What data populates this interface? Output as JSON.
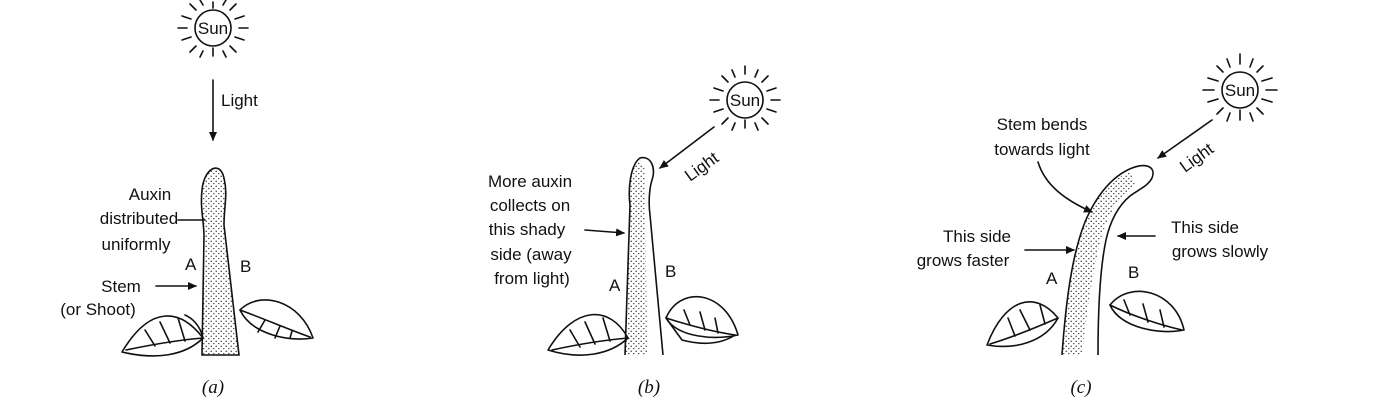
{
  "panels": [
    {
      "sun": "Sun",
      "light": "Light",
      "auxin_label": [
        "Auxin",
        "distributed",
        "uniformly"
      ],
      "side_a": "A",
      "side_b": "B",
      "stem_label": [
        "Stem",
        "(or Shoot)"
      ],
      "caption": "(a)"
    },
    {
      "sun": "Sun",
      "light": "Light",
      "auxin_label": [
        "More auxin",
        "collects on",
        "this shady",
        "side (away",
        "from light)"
      ],
      "side_a": "A",
      "side_b": "B",
      "caption": "(b)"
    },
    {
      "sun": "Sun",
      "light": "Light",
      "bend_label": [
        "Stem bends",
        "towards light"
      ],
      "faster_label": [
        "This side",
        "grows faster"
      ],
      "slower_label": [
        "This side",
        "grows slowly"
      ],
      "side_a": "A",
      "side_b": "B",
      "caption": "(c)"
    }
  ]
}
